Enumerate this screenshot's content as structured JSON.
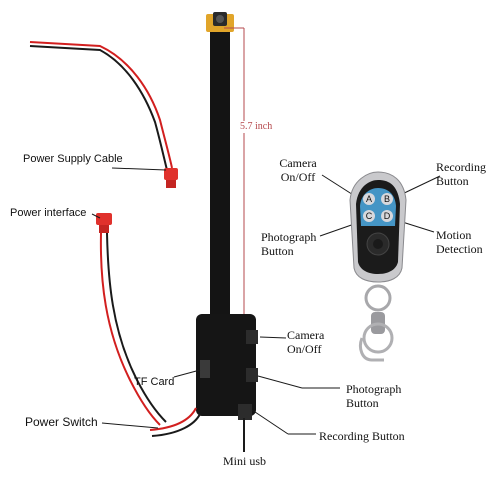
{
  "labels": {
    "power_supply_cable": "Power Supply Cable",
    "power_interface": "Power interface",
    "measurement": "5.7 inch",
    "camera_onoff_remote": [
      "Camera",
      "On/Off"
    ],
    "recording_button_remote": [
      "Recording",
      "Button"
    ],
    "photograph_button_remote": [
      "Photograph",
      "Button"
    ],
    "motion_detection": [
      "Motion",
      "Detection"
    ],
    "camera_onoff_module": [
      "Camera",
      "On/Off"
    ],
    "tf_card": "TF Card",
    "photograph_button_module": [
      "Photograph",
      "Button"
    ],
    "power_switch": "Power Switch",
    "recording_button_module": "Recording  Button",
    "mini_usb": "Mini usb"
  },
  "remote_keys": [
    "A",
    "B",
    "C",
    "D"
  ],
  "colors": {
    "wire_red": "#d21f1f",
    "wire_black": "#1a1a1a",
    "connector_red": "#e0312c",
    "board_black": "#151515",
    "measure_red": "#b5494d",
    "remote_blue": "#4aa3d8",
    "remote_chrome": "#c9c9cc"
  }
}
